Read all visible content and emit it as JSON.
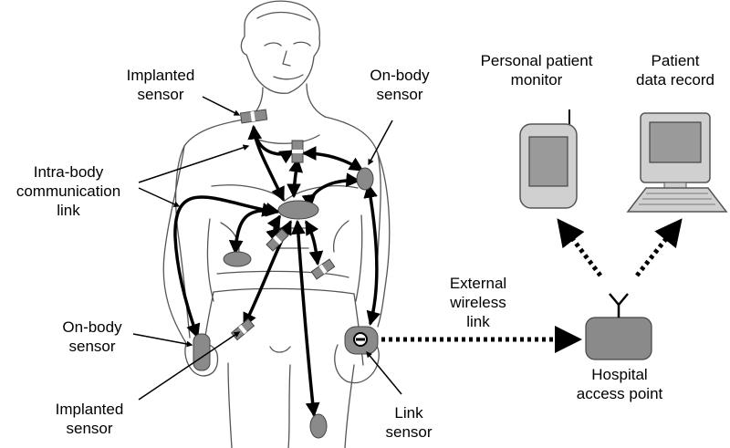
{
  "labels": {
    "implanted_top": [
      "Implanted",
      "sensor"
    ],
    "onbody_top": [
      "On-body",
      "sensor"
    ],
    "intrabody": [
      "Intra-body",
      "communication",
      "link"
    ],
    "onbody_left": [
      "On-body",
      "sensor"
    ],
    "implanted_bottom": [
      "Implanted",
      "sensor"
    ],
    "link_sensor": [
      "Link",
      "sensor"
    ],
    "personal_monitor": [
      "Personal patient",
      "monitor"
    ],
    "patient_record": [
      "Patient",
      "data record"
    ],
    "external_link": [
      "External",
      "wireless",
      "link"
    ],
    "hospital_ap": [
      "Hospital",
      "access point"
    ]
  },
  "colors": {
    "sensor_fill": "#8a8a8a",
    "device_fill": "#d0d0d0",
    "screen_fill": "#9a9a9a",
    "ink": "#000000",
    "outline": "#555555"
  }
}
